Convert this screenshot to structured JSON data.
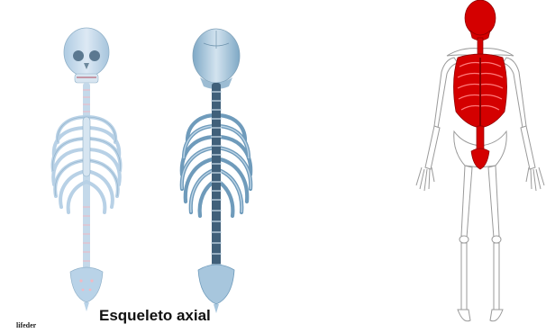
{
  "caption": "Esqueleto axial",
  "watermark": "lifeder",
  "figures": [
    {
      "id": "front",
      "icon": "axial-skeleton-front-icon"
    },
    {
      "id": "back",
      "icon": "axial-skeleton-back-icon"
    },
    {
      "id": "full",
      "icon": "full-skeleton-axial-highlight-icon"
    }
  ],
  "colors": {
    "bone_light": "#c9def0",
    "bone_dark": "#5f8fb0",
    "highlight": "#d40000",
    "outline": "#9a9a9a"
  }
}
